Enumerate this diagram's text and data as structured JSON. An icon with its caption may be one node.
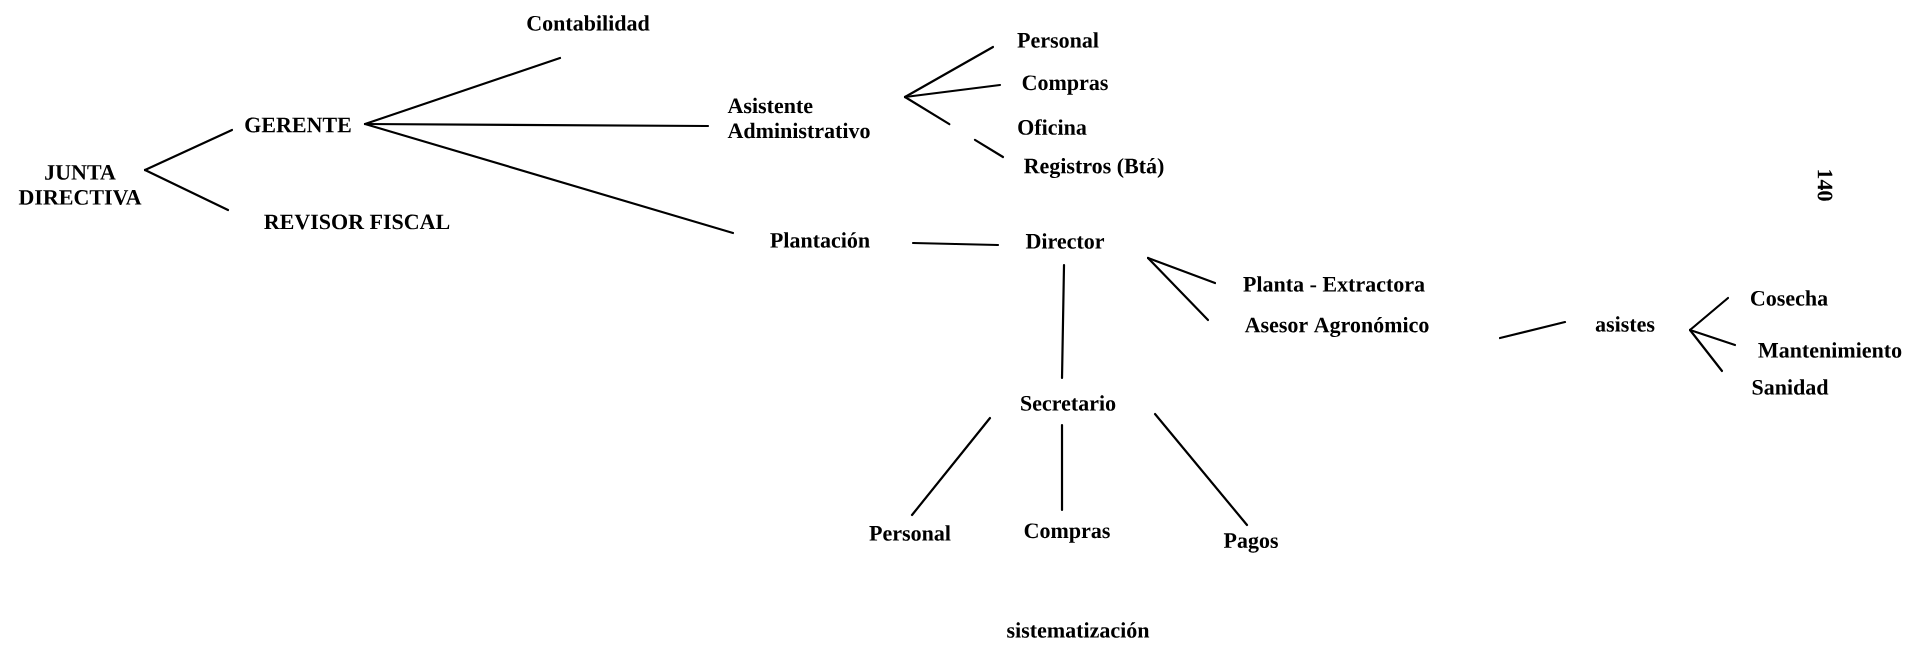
{
  "diagram": {
    "nodes": [
      {
        "text": [
          "JUNTA DIRECTIVA"
        ]
      },
      {
        "text": [
          "GERENTE"
        ]
      },
      {
        "text": [
          "REVISOR FISCAL"
        ]
      },
      {
        "text": [
          "Contabilidad"
        ]
      },
      {
        "text": [
          "Asistente Administrativo"
        ]
      },
      {
        "text": [
          "Personal"
        ]
      },
      {
        "text": [
          "Compras"
        ]
      },
      {
        "text": [
          "Oficina"
        ]
      },
      {
        "text": [
          "Registros (Btá)"
        ]
      },
      {
        "text": [
          "Plantación"
        ]
      },
      {
        "text": [
          "Director"
        ]
      },
      {
        "text": [
          "Planta - Extractora"
        ]
      },
      {
        "text": [
          "Asesor Agronómico"
        ]
      },
      {
        "text": [
          "asistes"
        ]
      },
      {
        "text": [
          "Cosecha"
        ]
      },
      {
        "text": [
          "Mantenimiento"
        ]
      },
      {
        "text": [
          "Sanidad"
        ]
      },
      {
        "text": [
          "Secretario"
        ]
      },
      {
        "text": [
          "Personal"
        ]
      },
      {
        "text": [
          "Compras"
        ]
      },
      {
        "text": [
          "Pagos"
        ]
      }
    ],
    "edges": [
      {
        "from": 0,
        "to": 1,
        "arrow": "none"
      },
      {
        "from": 0,
        "to": 2,
        "arrow": "none"
      },
      {
        "from": 1,
        "to": 3,
        "arrow": "none"
      },
      {
        "from": 1,
        "to": 4,
        "arrow": "none"
      },
      {
        "from": 1,
        "to": 9,
        "arrow": "none"
      },
      {
        "from": 4,
        "to": 5,
        "arrow": "none"
      },
      {
        "from": 4,
        "to": 6,
        "arrow": "none"
      },
      {
        "from": 4,
        "to": 8,
        "arrow": "none",
        "style": "dashed"
      },
      {
        "from": 9,
        "to": 10,
        "arrow": "none"
      },
      {
        "from": 10,
        "to": 11,
        "arrow": "none"
      },
      {
        "from": 10,
        "to": 12,
        "arrow": "none"
      },
      {
        "from": 12,
        "to": 13,
        "arrow": "none"
      },
      {
        "from": 13,
        "to": 14,
        "arrow": "none"
      },
      {
        "from": 13,
        "to": 15,
        "arrow": "none"
      },
      {
        "from": 13,
        "to": 16,
        "arrow": "none"
      },
      {
        "from": 10,
        "to": 17,
        "arrow": "none"
      },
      {
        "from": 17,
        "to": 18,
        "arrow": "none"
      },
      {
        "from": 17,
        "to": 19,
        "arrow": "none"
      },
      {
        "from": 17,
        "to": 20,
        "arrow": "none"
      }
    ],
    "labels": [
      "140",
      "sistematización"
    ]
  }
}
